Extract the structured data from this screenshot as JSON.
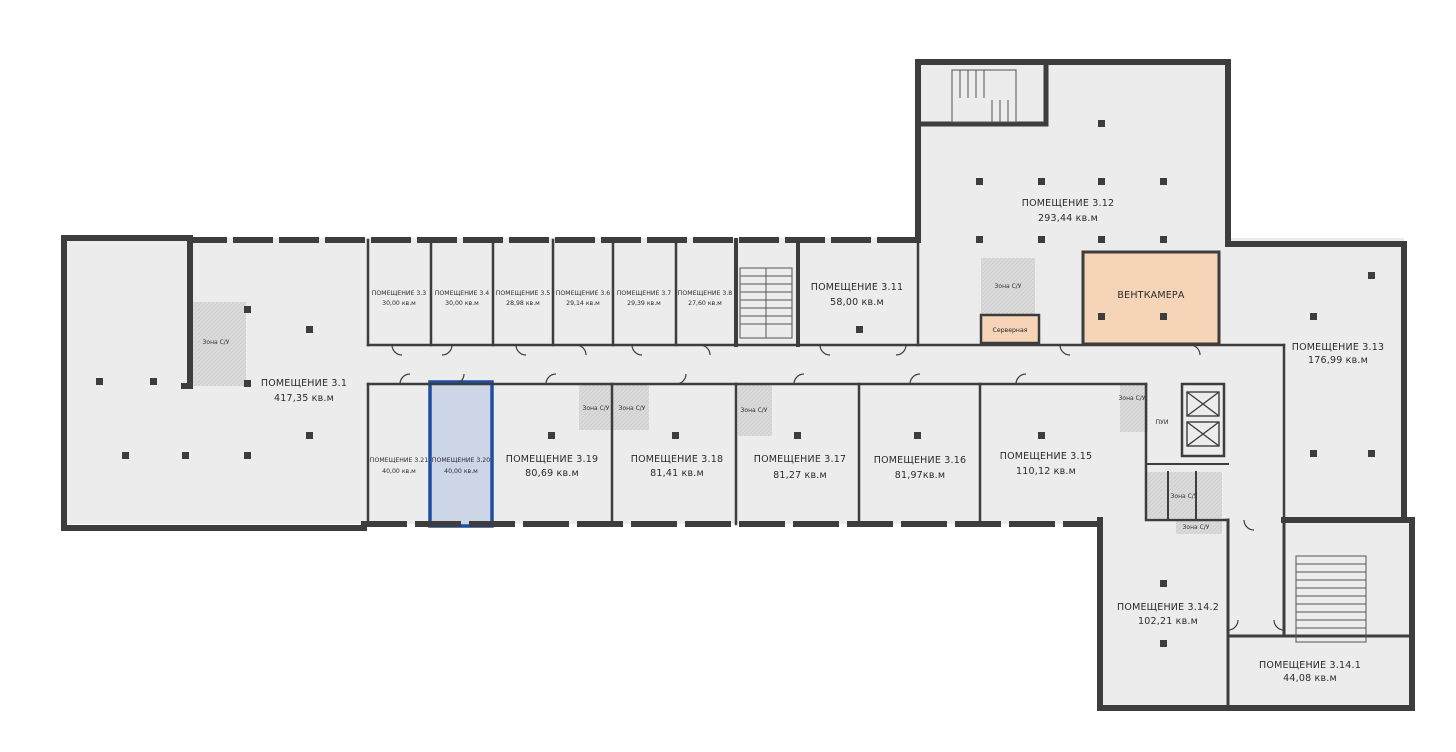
{
  "colors": {
    "floor": "#ececec",
    "wall": "#3d3d3d",
    "zone": "#d8d8d8",
    "vent": "#f5d4b8",
    "selected_fill": "#cdd6e6",
    "selected_stroke": "#1f4fa0"
  },
  "rooms": {
    "r3_1": {
      "name": "ПОМЕЩЕНИЕ 3.1",
      "area": "417,35 кв.м"
    },
    "r3_3": {
      "name": "ПОМЕЩЕНИЕ 3.3",
      "area": "30,00 кв.м"
    },
    "r3_4": {
      "name": "ПОМЕЩЕНИЕ 3.4",
      "area": "30,00 кв.м"
    },
    "r3_5": {
      "name": "ПОМЕЩЕНИЕ 3.5",
      "area": "28,98 кв.м"
    },
    "r3_6": {
      "name": "ПОМЕЩЕНИЕ 3.6",
      "area": "29,14 кв.м"
    },
    "r3_7": {
      "name": "ПОМЕЩЕНИЕ 3.7",
      "area": "29,39 кв.м"
    },
    "r3_8": {
      "name": "ПОМЕЩЕНИЕ 3.8",
      "area": "27,60 кв.м"
    },
    "r3_11": {
      "name": "ПОМЕЩЕНИЕ 3.11",
      "area": "58,00 кв.м"
    },
    "r3_12": {
      "name": "ПОМЕЩЕНИЕ 3.12",
      "area": "293,44 кв.м"
    },
    "r3_13": {
      "name": "ПОМЕЩЕНИЕ 3.13",
      "area": "176,99 кв.м"
    },
    "r3_14_1": {
      "name": "ПОМЕЩЕНИЕ 3.14.1",
      "area": "44,08 кв.м"
    },
    "r3_14_2": {
      "name": "ПОМЕЩЕНИЕ 3.14.2",
      "area": "102,21 кв.м"
    },
    "r3_15": {
      "name": "ПОМЕЩЕНИЕ 3.15",
      "area": "110,12 кв.м"
    },
    "r3_16": {
      "name": "ПОМЕЩЕНИЕ 3.16",
      "area": "81,97кв.м"
    },
    "r3_17": {
      "name": "ПОМЕЩЕНИЕ 3.17",
      "area": "81,27 кв.м"
    },
    "r3_18": {
      "name": "ПОМЕЩЕНИЕ 3.18",
      "area": "81,41 кв.м"
    },
    "r3_19": {
      "name": "ПОМЕЩЕНИЕ 3.19",
      "area": "80,69 кв.м"
    },
    "r3_20": {
      "name": "ПОМЕЩЕНИЕ 3.20",
      "area": "40,00 кв.м",
      "selected": true
    },
    "r3_21": {
      "name": "ПОМЕЩЕНИЕ 3.21",
      "area": "40,00 кв.м"
    }
  },
  "labels": {
    "vent": "ВЕНТКАМЕРА",
    "server": "Серверная",
    "pui": "ПУИ",
    "wc_zone": "Зона С/У"
  }
}
